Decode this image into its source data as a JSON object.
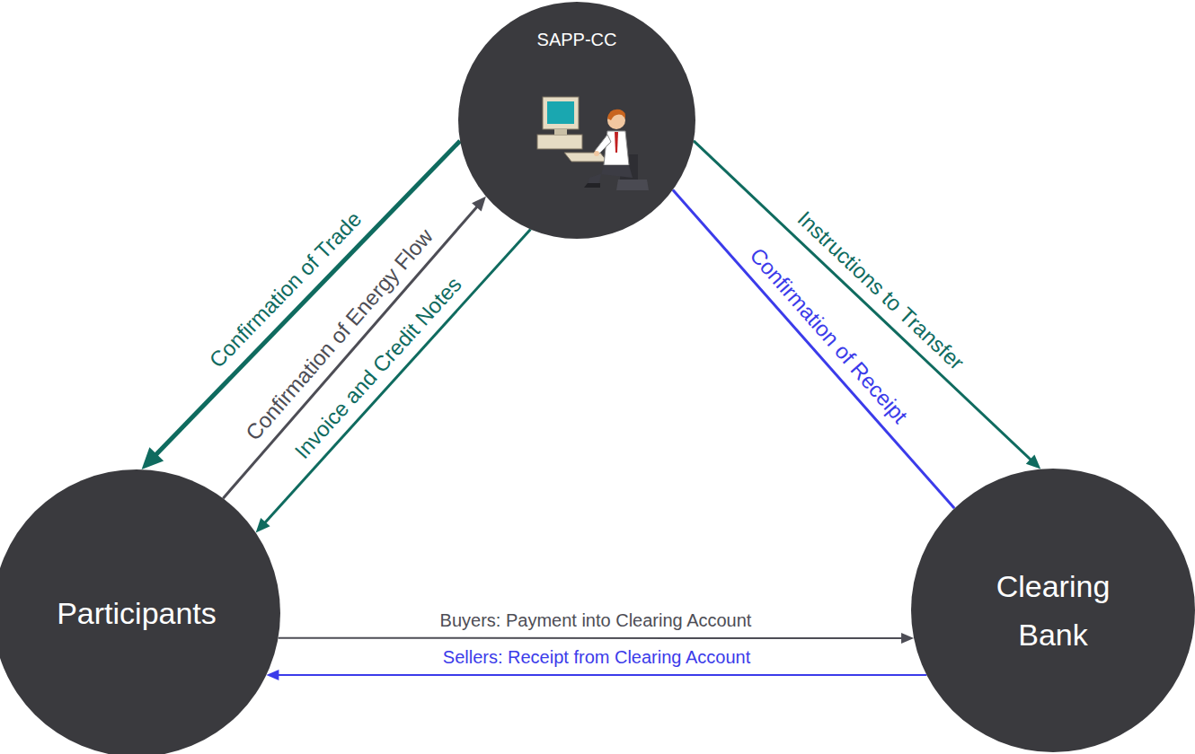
{
  "diagram": {
    "nodes": [
      {
        "text": [
          "SAPP-CC"
        ]
      },
      {
        "text": [
          "Participants"
        ]
      },
      {
        "text": [
          "Clearing Bank"
        ]
      }
    ],
    "edges": [
      {
        "from": 0,
        "to": 1,
        "label": "Confirmation of Trade",
        "arrow": "to"
      },
      {
        "from": 1,
        "to": 0,
        "label": "Confirmation of Energy Flow",
        "arrow": "to"
      },
      {
        "from": 0,
        "to": 1,
        "label": "Invoice and Credit Notes",
        "arrow": "to"
      },
      {
        "from": 0,
        "to": 2,
        "label": "Instructions to Transfer",
        "arrow": "to"
      },
      {
        "from": 2,
        "to": 0,
        "label": "Confirmation of Receipt",
        "arrow": "none"
      },
      {
        "from": 1,
        "to": 2,
        "label": "Buyers: Payment into Clearing Account",
        "arrow": "to"
      },
      {
        "from": 2,
        "to": 1,
        "label": "Sellers: Receipt from Clearing Account",
        "arrow": "to"
      }
    ]
  }
}
